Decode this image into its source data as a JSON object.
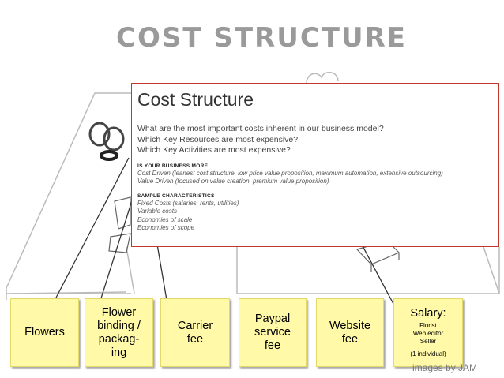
{
  "sketch_title": "COST STRUCTURE",
  "panel": {
    "title": "Cost Structure",
    "questions": [
      "What are the most important costs inherent in our business model?",
      "Which Key Resources are most expensive?",
      "Which Key Activities are most expensive?"
    ],
    "section1_heading": "IS YOUR BUSINESS MORE",
    "section1_items": [
      "Cost Driven (leanest cost structure, low price value proposition, maximum automation, extensive outsourcing)",
      "Value Driven (focused on value creation, premium value proposition)"
    ],
    "section2_heading": "SAMPLE CHARACTERISTICS",
    "section2_items": [
      "Fixed Costs (salaries, rents, utilities)",
      "Variable costs",
      "Economies of scale",
      "Economies of scope"
    ]
  },
  "boxes": [
    {
      "label": "Flowers"
    },
    {
      "label": "Flower\nbinding /\npackag-\ning"
    },
    {
      "label": "Carrier\nfee"
    },
    {
      "label": "Paypal\nservice\nfee"
    },
    {
      "label": "Website\nfee"
    },
    {
      "label": "Salary:",
      "detail": "Florist\nWeb editor\nSeller",
      "note": "(1 individual)"
    }
  ],
  "credit": "images by JAM",
  "colors": {
    "note_fill": "#fff9a8",
    "panel_border": "#c0392b",
    "sketch_lines": "#bbbbbb"
  }
}
